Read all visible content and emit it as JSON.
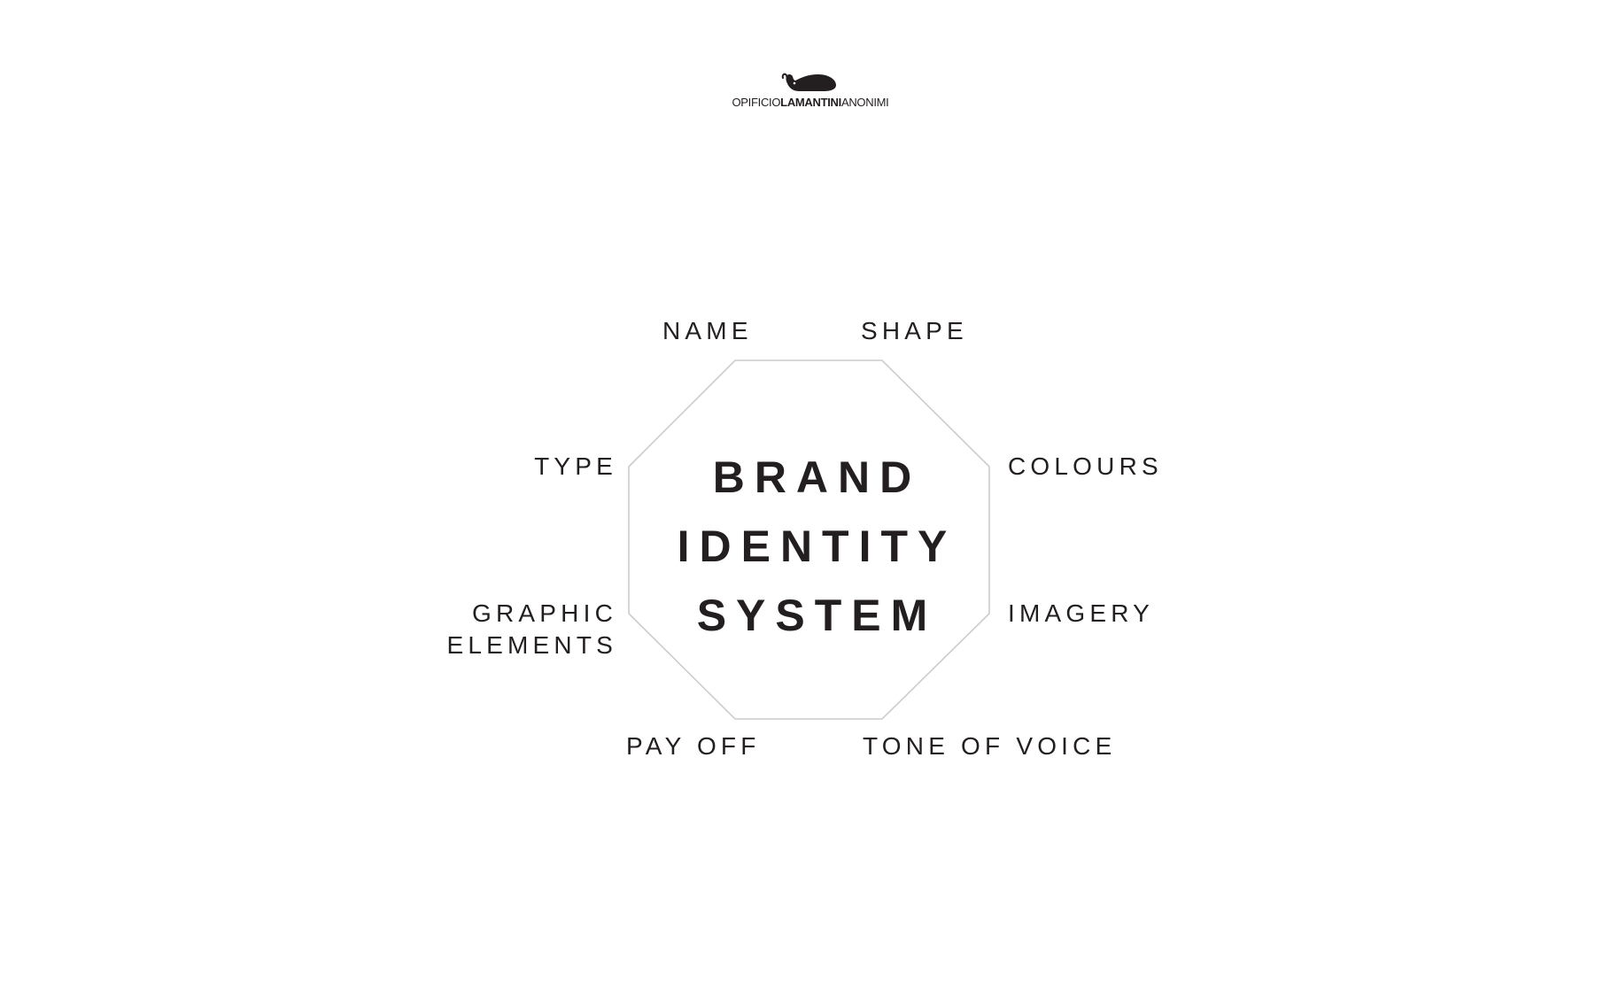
{
  "logo": {
    "word_part1": "OPIFICIO",
    "word_part2": "LAMANTINI",
    "word_part3": "ANONIMI",
    "mark_icon": "manatee-icon"
  },
  "diagram": {
    "center_title": {
      "line1": "BRAND",
      "line2": "IDENTITY",
      "line3": "SYSTEM"
    },
    "labels": {
      "name": "NAME",
      "shape": "SHAPE",
      "type": "TYPE",
      "colours": "COLOURS",
      "graphic_elements_line1": "GRAPHIC",
      "graphic_elements_line2": "ELEMENTS",
      "imagery": "IMAGERY",
      "pay_off": "PAY OFF",
      "tone_of_voice": "TONE OF VOICE"
    }
  },
  "colors": {
    "text": "#231f20",
    "octagon_stroke": "#cccccc",
    "background": "#ffffff"
  }
}
